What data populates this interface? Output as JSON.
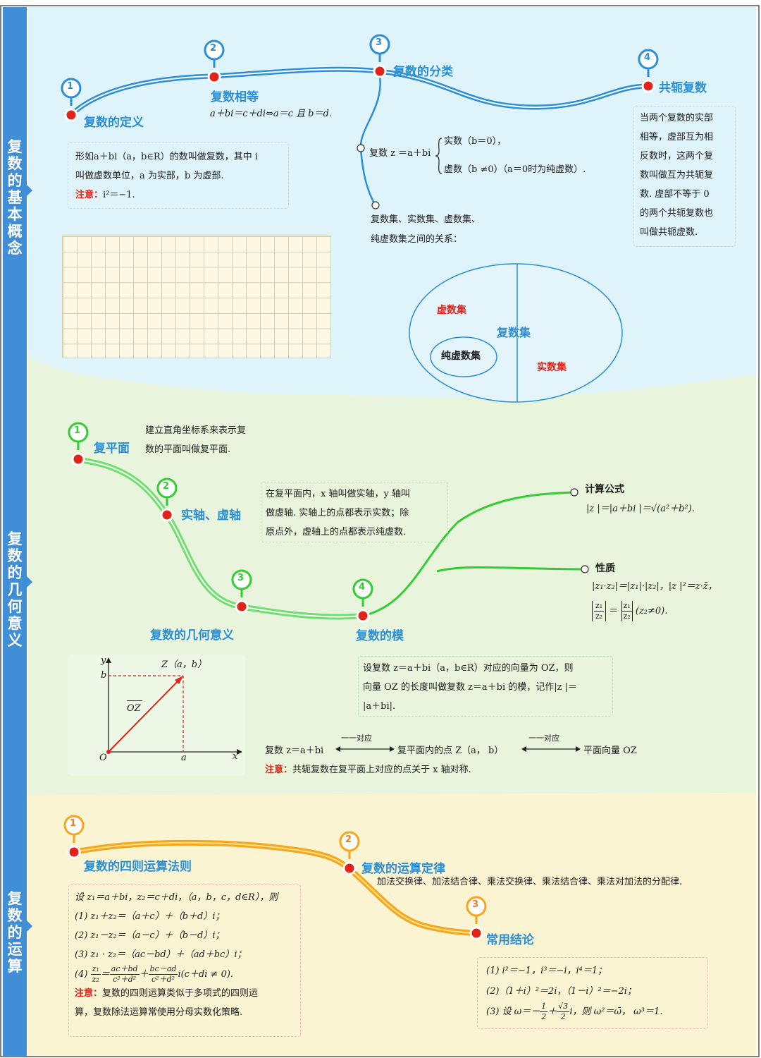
{
  "sidebar": {
    "section1": "复数的基本概念",
    "section2": "复数的几何意义",
    "section3": "复数的运算"
  },
  "s1": {
    "nodes": [
      {
        "num": "1",
        "title": "复数的定义"
      },
      {
        "num": "2",
        "title": "复数相等"
      },
      {
        "num": "3",
        "title": "复数的分类"
      },
      {
        "num": "4",
        "title": "共轭复数"
      }
    ],
    "equality": "a＋bi＝c＋di⇔a＝c 且 b＝d.",
    "definition_line1": "形如a＋bi（a，b∈R）的数叫做复数，其中 i",
    "definition_line2": "叫做虚数单位，a 为实部，b 为虚部.",
    "note_label": "注意：",
    "note_text": "i²＝−1.",
    "classification_lead": "复数 z ＝a＋bi",
    "classification_real": "实数（b＝0），",
    "classification_imag": "虚数（b ≠0）（a＝0时为纯虚数）.",
    "relation_line1": "复数集、实数集、虚数集、",
    "relation_line2": "纯虚数集之间的关系：",
    "conjugate_lines": [
      "当两个复数的实部",
      "相等，虚部互为相",
      "反数时，这两个复",
      "数叫做互为共轭复",
      "数. 虚部不等于 0",
      "的两个共轭复数也",
      "叫做共轭虚数."
    ],
    "venn": {
      "imag": "虚数集",
      "complex": "复数集",
      "pure": "纯虚数集",
      "real": "实数集"
    }
  },
  "s2": {
    "nodes": [
      {
        "num": "1",
        "title": "复平面"
      },
      {
        "num": "2",
        "title": "实轴、虚轴"
      },
      {
        "num": "3",
        "title": "复数的几何意义"
      },
      {
        "num": "4",
        "title": "复数的模"
      }
    ],
    "plane_desc_1": "建立直角坐标系来表示复",
    "plane_desc_2": "数的平面叫做复平面.",
    "axis_lines": [
      "在复平面内，x 轴叫做实轴，y 轴叫",
      "做虚轴. 实轴上的点都表示实数；除",
      "原点外，虚轴上的点都表示纯虚数."
    ],
    "calc_title": "计算公式",
    "calc_formula": "|z |＝|a＋bi |＝√(a²＋b²).",
    "prop_title": "性质",
    "prop_formula_1": "|z₁·z₂|＝|z₁|·|z₂|，|z |²＝z·z̄，",
    "prop_formula_2": "(z₂≠0).",
    "modulus_lines": [
      "设复数 z＝a＋bi（a，b∈R）对应的向量为 OZ，则",
      "向量 OZ 的长度叫做复数 z＝a＋bi 的模，记作|z |＝",
      "|a＋bi|."
    ],
    "graph": {
      "point": "Z（a，b）",
      "y": "y",
      "x": "x",
      "b": "b",
      "a": "a",
      "o": "O",
      "vec": "OZ"
    },
    "map_complex": "复数 z＝a＋bi",
    "map_point": "复平面内的点 Z（a，  b）",
    "map_vector": "平面向量 OZ",
    "map_arrow": "一一对应",
    "note_label": "注意：",
    "note_text": "共轭复数在复平面上对应的点关于 x 轴对称."
  },
  "s3": {
    "nodes": [
      {
        "num": "1",
        "title": "复数的四则运算法则"
      },
      {
        "num": "2",
        "title": "复数的运算定律"
      },
      {
        "num": "3",
        "title": "常用结论"
      }
    ],
    "laws": "加法交换律、加法结合律、乘法交换律、乘法结合律、乘法对加法的分配律.",
    "ops_intro": "设 z₁＝a＋bi，z₂＝c＋di，（a，b，c，d∈R），则",
    "op1": "(1) z₁＋z₂＝（a＋c）＋（b＋d）i；",
    "op2": "(2) z₁－z₂＝（a－c）＋（b－d）i；",
    "op3": "(3) z₁ · z₂＝（ac－bd）＋（ad＋bc）i；",
    "op4_lead": "(4)",
    "op4_tail": "i(c＋di ≠ 0).",
    "note_label": "注意：",
    "note_text_1": "复数的四则运算类似于多项式的四则运",
    "note_text_2": "算，复数除法运算常使用分母实数化策略.",
    "conc1": "(1) i²＝−1，i³＝−i，i⁴＝1；",
    "conc2": "(2)（1＋i）²＝2i，（1－i）²＝−2i；",
    "conc3_lead": "(3) 设 ω＝－",
    "conc3_tail": "i，则 ω²＝ω̄，  ω³＝1."
  },
  "colors": {
    "blue": "#2a8fd6",
    "green": "#33cc33",
    "orange": "#f7a51c",
    "red": "#e2231a",
    "sidebar": "#3f8ed6"
  }
}
